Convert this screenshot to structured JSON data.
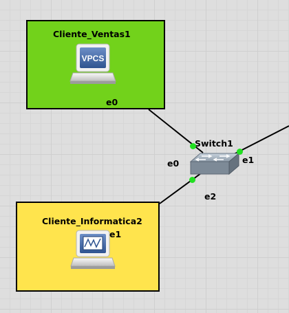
{
  "canvas": {
    "background": "#dedede",
    "grid_color": "#cfcfcf"
  },
  "nodes": {
    "cliente_ventas": {
      "name": "Cliente_Ventas1",
      "icon": "vpcs-laptop-icon",
      "screen_label": "VPCS",
      "zone_color": "#72d21b",
      "port_label": "e0"
    },
    "cliente_informatica": {
      "name": "Cliente_Informatica2",
      "icon": "monitor-laptop-icon",
      "zone_color": "#ffe44d",
      "port_label": "e1"
    },
    "switch": {
      "name": "Switch1",
      "icon": "ethernet-switch-icon",
      "ports": {
        "left": "e0",
        "right": "e1",
        "bottom": "e2"
      }
    }
  },
  "link_status_color": "#22e022"
}
